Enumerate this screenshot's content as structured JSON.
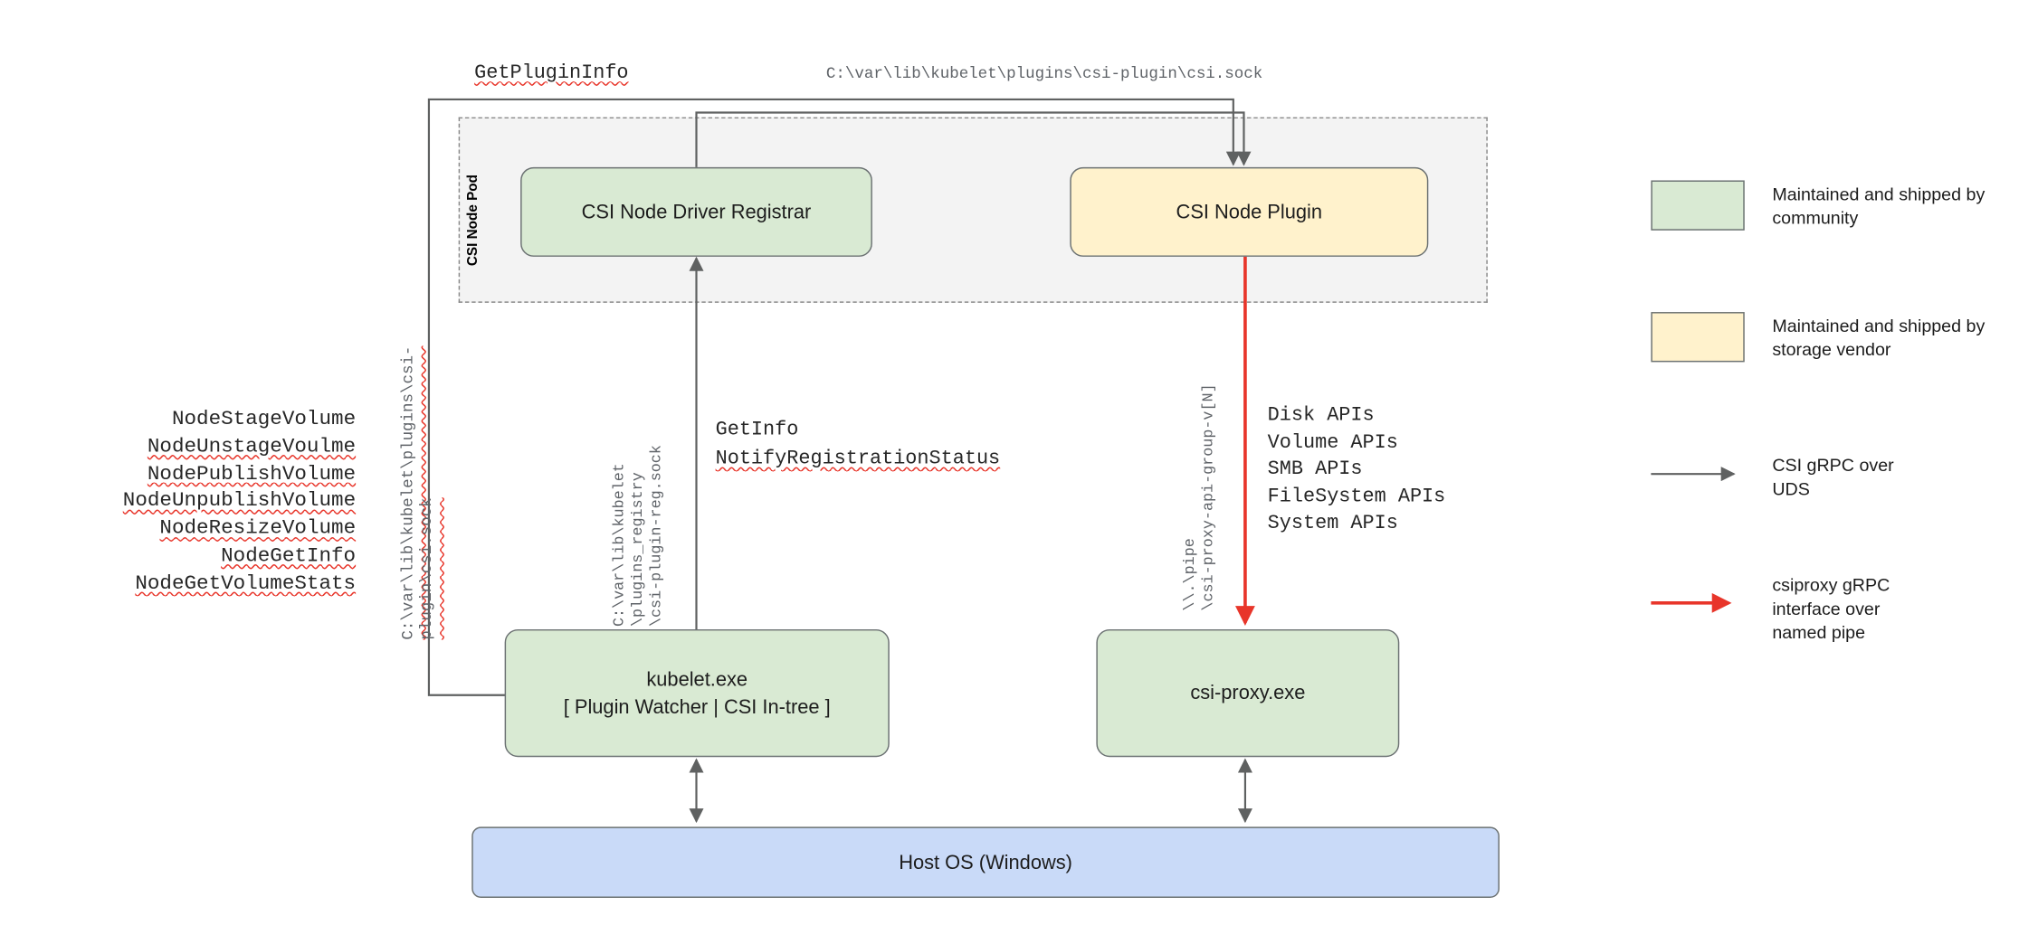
{
  "palette": {
    "community_green": "#d9ead3",
    "vendor_yellow": "#fff2cc",
    "host_blue": "#c9daf8",
    "pod_fill": "#f3f3f3",
    "wire_gray": "#5f6161",
    "pipe_red": "#e8352a",
    "squiggle_red": "#e8352a"
  },
  "diagram": {
    "pod_label": "CSI Node Pod",
    "boxes": {
      "registrar": "CSI Node Driver Registrar",
      "plugin": "CSI Node Plugin",
      "kubelet_line1": "kubelet.exe",
      "kubelet_line2": "[ Plugin Watcher | CSI In-tree ]",
      "csi_proxy": "csi-proxy.exe",
      "host_os": "Host OS (Windows)"
    },
    "labels": {
      "get_plugin_info": "GetPluginInfo",
      "top_socket_path": "C:\\var\\lib\\kubelet\\plugins\\csi-plugin\\csi.sock",
      "left_socket_path": "C:\\var\\lib\\kubelet\\plugins\\csi-plugin\\csi.sock",
      "get_info": "GetInfo",
      "notify_registration_status": "NotifyRegistrationStatus"
    },
    "kubelet_node_calls": [
      "NodeStageVolume",
      "NodeUnstageVoulme",
      "NodePublishVolume",
      "NodeUnpublishVolume",
      "NodeResizeVolume",
      "NodeGetInfo",
      "NodeGetVolumeStats"
    ],
    "registration_socket": [
      "C:\\var\\lib\\kubelet",
      "\\plugins_registry",
      "\\csi-plugin-reg.sock"
    ],
    "named_pipe": [
      "\\\\.\\pipe",
      "\\csi-proxy-api-group-v[N]"
    ],
    "proxy_apis": [
      "Disk APIs",
      "Volume APIs",
      "SMB APIs",
      "FileSystem APIs",
      "System APIs"
    ]
  },
  "legend": {
    "community": "Maintained and shipped by community",
    "vendor": "Maintained and shipped by storage vendor",
    "uds": "CSI gRPC over UDS",
    "pipe": "csiproxy gRPC interface over named pipe"
  }
}
